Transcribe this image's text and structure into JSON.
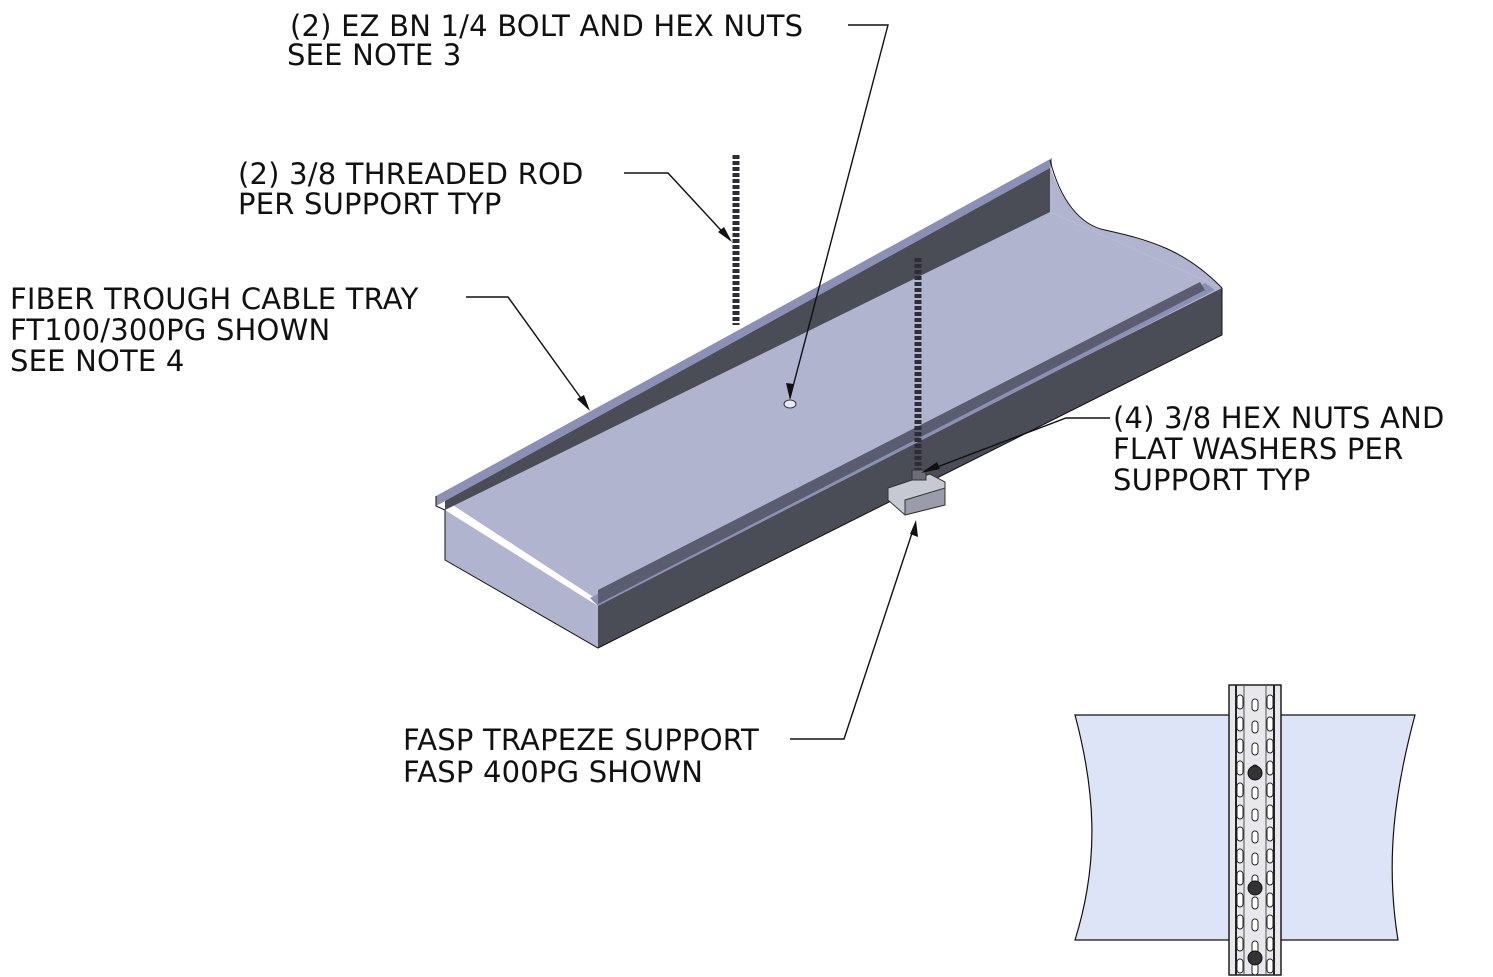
{
  "colors": {
    "tray_top": "#b0b4cf",
    "tray_side": "#4a4c56",
    "tray_lip": "#8c90b4",
    "plan_fill": "#dde4f8",
    "line": "#111111"
  },
  "callouts": [
    {
      "id": "bolt",
      "lines": [
        "(2) EZ BN 1/4 BOLT AND HEX NUTS",
        "SEE NOTE 3"
      ]
    },
    {
      "id": "rod",
      "lines": [
        "(2) 3/8 THREADED ROD",
        "PER SUPPORT TYP"
      ]
    },
    {
      "id": "tray",
      "lines": [
        "FIBER TROUGH CABLE TRAY",
        "FT100/300PG SHOWN",
        "SEE NOTE 4"
      ]
    },
    {
      "id": "nuts",
      "lines": [
        "(4) 3/8 HEX NUTS AND",
        "FLAT WASHERS PER",
        "SUPPORT TYP"
      ]
    },
    {
      "id": "support",
      "lines": [
        "FASP TRAPEZE SUPPORT",
        "FASP 400PG SHOWN"
      ]
    }
  ],
  "views": {
    "iso": {
      "icon": "cable-tray-isometric-icon"
    },
    "plan": {
      "icon": "cable-tray-plan-view-icon"
    }
  }
}
